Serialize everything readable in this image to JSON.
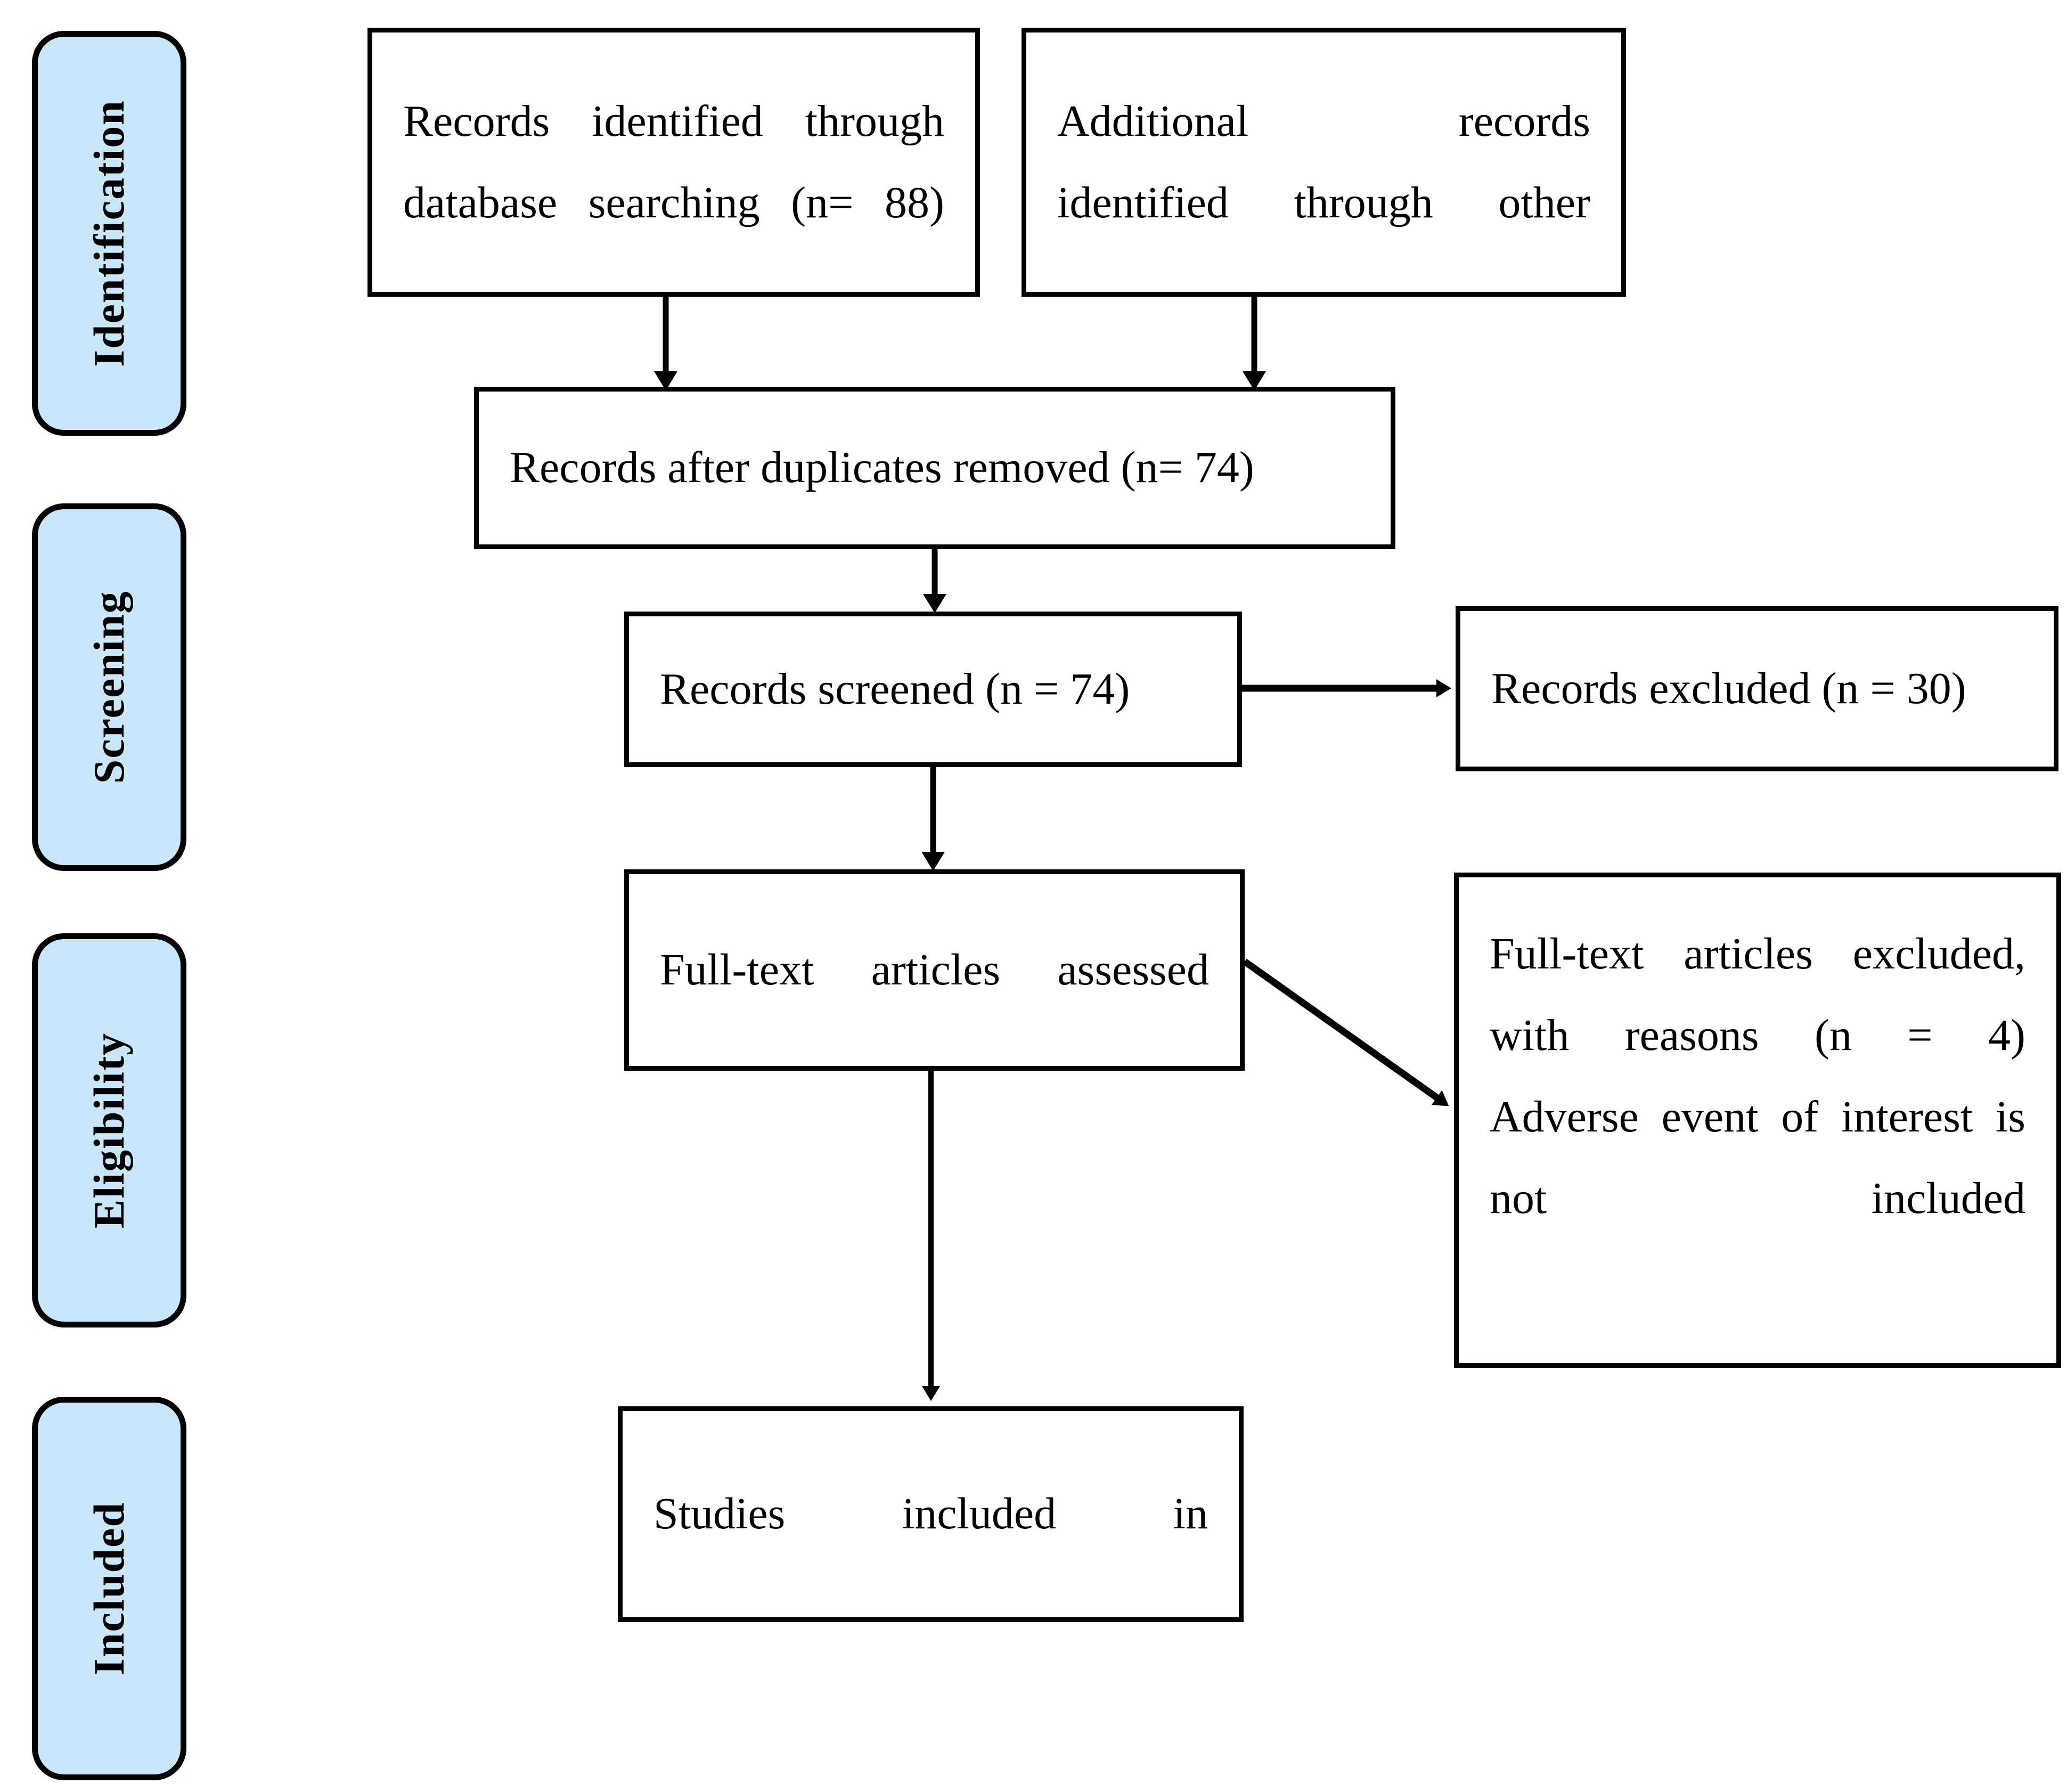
{
  "diagram": {
    "type": "prisma-flow-diagram",
    "title": "PRISMA flow diagram",
    "stage_fill_color": "#c9e6fb",
    "stroke_color": "#000000",
    "background_color": "#ffffff"
  },
  "stages": [
    {
      "id": "identification",
      "label": "Identification"
    },
    {
      "id": "screening",
      "label": "Screening"
    },
    {
      "id": "eligibility",
      "label": "Eligibility"
    },
    {
      "id": "included",
      "label": "Included"
    }
  ],
  "nodes": {
    "records_identified": {
      "text": "Records  identified  through\ndatabase searching (n=  88)",
      "count": 88
    },
    "additional_records": {
      "text": "Additional                records\nidentified   through   other",
      "count": null
    },
    "after_duplicates": {
      "text": "Records after duplicates removed (n=  74)",
      "count": 74
    },
    "records_screened": {
      "text": "Records screened (n = 74)",
      "count": 74
    },
    "records_excluded": {
      "text": "Records excluded (n = 30)",
      "count": 30
    },
    "fulltext_assessed": {
      "text": "Full-text    articles    assessed",
      "count": null
    },
    "fulltext_excluded": {
      "text": "Full-text  articles  excluded,\nwith reasons (n = 4)\nAdverse  event  of  interest  is\nnot included",
      "count": 4
    },
    "studies_included": {
      "text": "Studies        included        in",
      "count": null
    }
  },
  "edges": [
    {
      "from": "records_identified",
      "to": "after_duplicates",
      "kind": "vertical-arrow"
    },
    {
      "from": "additional_records",
      "to": "after_duplicates",
      "kind": "vertical-arrow"
    },
    {
      "from": "after_duplicates",
      "to": "records_screened",
      "kind": "vertical-arrow"
    },
    {
      "from": "records_screened",
      "to": "records_excluded",
      "kind": "horizontal-arrow"
    },
    {
      "from": "records_screened",
      "to": "fulltext_assessed",
      "kind": "vertical-arrow"
    },
    {
      "from": "fulltext_assessed",
      "to": "fulltext_excluded",
      "kind": "diagonal-arrow"
    },
    {
      "from": "fulltext_assessed",
      "to": "studies_included",
      "kind": "vertical-arrow"
    }
  ]
}
